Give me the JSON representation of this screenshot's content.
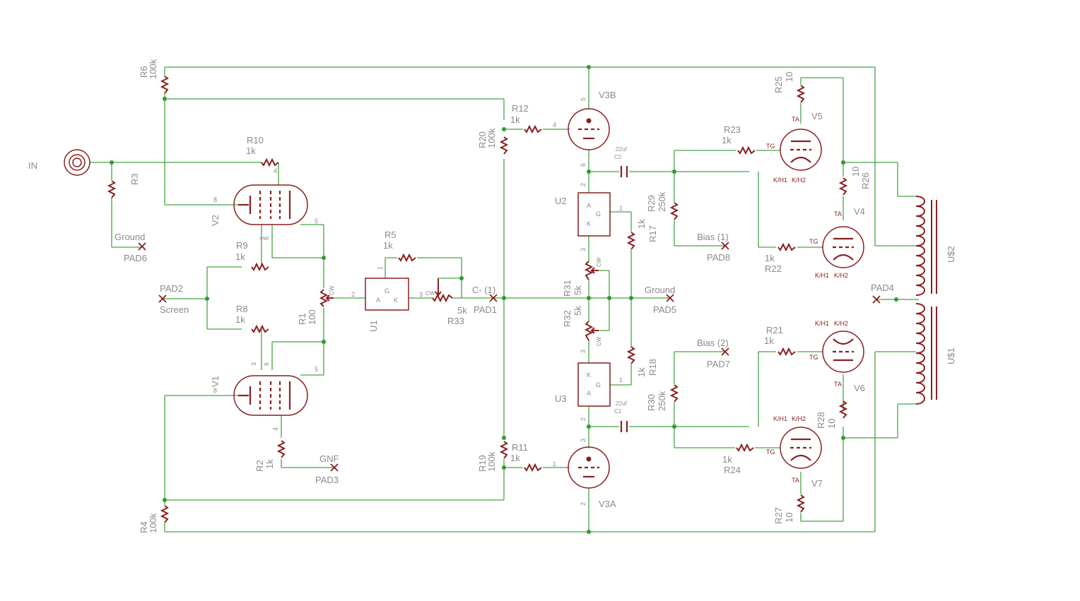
{
  "labels": {
    "in": "IN",
    "r1": "R1",
    "r1v": "100",
    "r2": "R2",
    "r2v": "1k",
    "r3": "R3",
    "r4": "R4",
    "r4v": "100k",
    "r5": "R5",
    "r5v": "1k",
    "r6": "R6",
    "r6v": "100k",
    "r8": "R8",
    "r8v": "1k",
    "r9": "R9",
    "r9v": "1k",
    "r10": "R10",
    "r10v": "1k",
    "r11": "R11",
    "r11v": "1k",
    "r12": "R12",
    "r12v": "1k",
    "r17": "R17",
    "r17v": "1k",
    "r18": "R18",
    "r18v": "1k",
    "r19": "R19",
    "r19v": "100k",
    "r20": "R20",
    "r20v": "100k",
    "r21": "R21",
    "r21v": "1k",
    "r22": "R22",
    "r22v": "1k",
    "r23": "R23",
    "r23v": "1k",
    "r24": "R24",
    "r24v": "1k",
    "r25": "R25",
    "r25v": "10",
    "r26": "R26",
    "r26v": "10",
    "r27": "R27",
    "r27v": "10",
    "r28": "R28",
    "r28v": "10",
    "r29": "R29",
    "r29v": "250k",
    "r30": "R30",
    "r30v": "250k",
    "r31": "R31",
    "r31v": "5k",
    "r32": "R32",
    "r32v": "5k",
    "r33": "R33",
    "r33v": "5k",
    "c1": "C1",
    "c1v": ".22uf",
    "c2": "C2",
    "c2v": ".22uf",
    "u1": "U1",
    "u2": "U2",
    "u3": "U3",
    "us1": "U$1",
    "us2": "U$2",
    "v1": "V1",
    "v2": "V2",
    "v3a": "V3A",
    "v3b": "V3B",
    "v4": "V4",
    "v5": "V5",
    "v6": "V6",
    "v7": "V7",
    "pad1": "PAD1",
    "pad2": "PAD2",
    "pad3": "PAD3",
    "pad4": "PAD4",
    "pad5": "PAD5",
    "pad6": "PAD6",
    "pad7": "PAD7",
    "pad8": "PAD8",
    "ground": "Ground",
    "ground2": "Ground",
    "screen": "Screen",
    "gnf": "GNF",
    "cminus": "C- (1)",
    "bias1": "Bias (1)",
    "bias2": "Bias (2)",
    "cw": "CW",
    "ta": "TA",
    "tg": "TG",
    "kh1": "K/H1",
    "kh2": "K/H2",
    "pa": "A",
    "pg": "G",
    "pk": "K",
    "p1": "1",
    "p2": "2",
    "p3": "3",
    "p4": "4",
    "p5": "5",
    "p6": "6",
    "p8": "8"
  },
  "colors": {
    "wire": "#46a346",
    "symbol": "#8a1f1f",
    "text": "#8a8a8a",
    "junction": "#2f9a2f"
  }
}
